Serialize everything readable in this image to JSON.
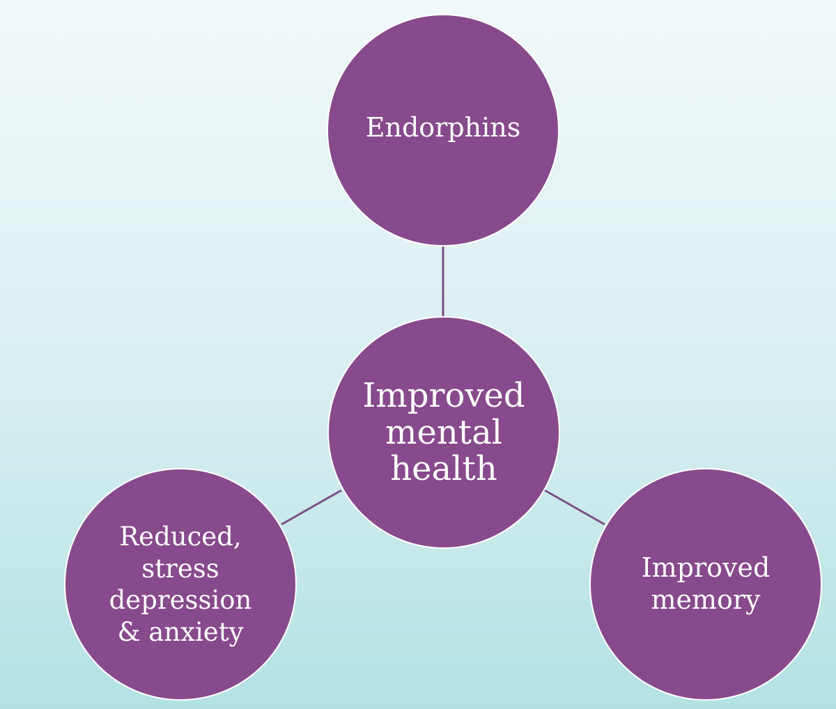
{
  "diagram": {
    "center": {
      "label": "Improved\nmental\nhealth"
    },
    "top": {
      "label": "Endorphins"
    },
    "left": {
      "label": "Reduced,\nstress\ndepression\n& anxiety"
    },
    "right": {
      "label": "Improved\nmemory"
    }
  },
  "colors": {
    "node_fill": "#874a8c",
    "node_border": "#ffffff",
    "connector": "#7a4f84",
    "label_text": "#ffffff",
    "background_top": "#f2f9fa",
    "background_bottom": "#b3e1e2"
  }
}
